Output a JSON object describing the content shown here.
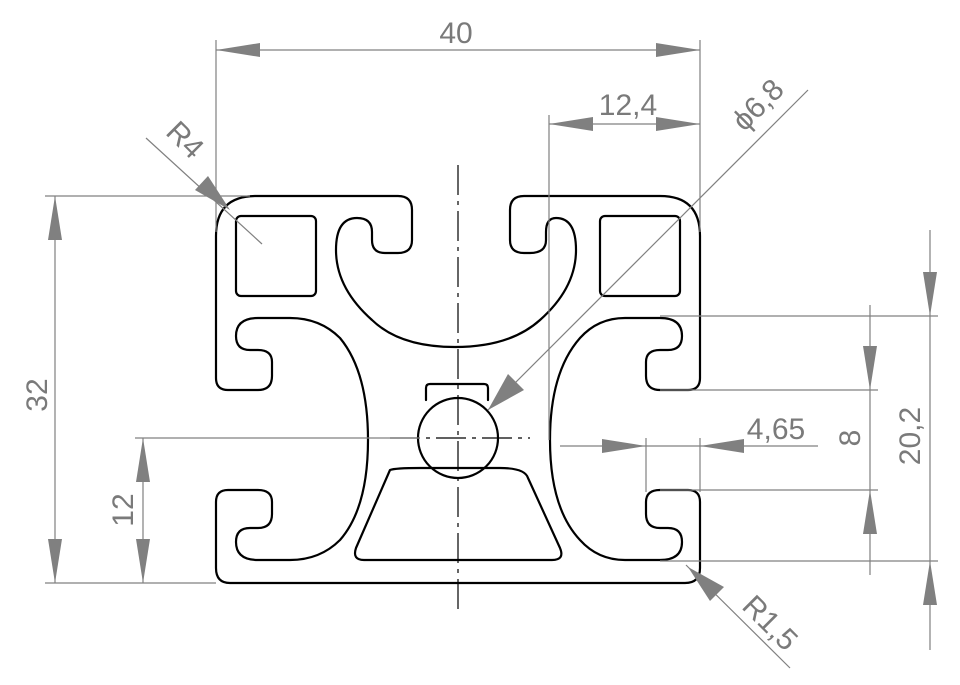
{
  "dimensions": {
    "width_40": "40",
    "slot_12_4": "12,4",
    "bore_diameter": "ϕ6,8",
    "radius_4": "R4",
    "height_32": "32",
    "center_12": "12",
    "slot_4_65": "4,65",
    "slot_8": "8",
    "offset_20_2": "20,2",
    "radius_1_5": "R1,5"
  }
}
